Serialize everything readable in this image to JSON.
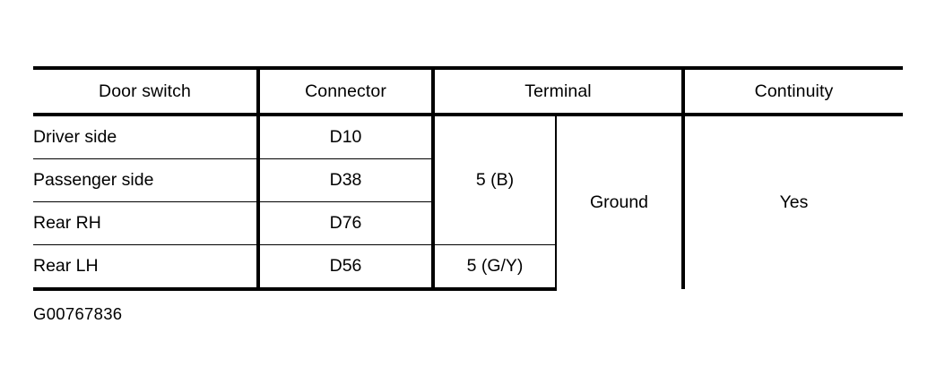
{
  "document": {
    "caption": "G00767836"
  },
  "table": {
    "headers": {
      "door_switch": "Door switch",
      "connector": "Connector",
      "terminal": "Terminal",
      "continuity": "Continuity"
    },
    "rows": [
      {
        "door_switch": "Driver side",
        "connector": "D10"
      },
      {
        "door_switch": "Passenger side",
        "connector": "D38"
      },
      {
        "door_switch": "Rear RH",
        "connector": "D76"
      },
      {
        "door_switch": "Rear LH",
        "connector": "D56"
      }
    ],
    "terminal_values": {
      "primary": "5 (B)",
      "secondary": "5 (G/Y)",
      "reference": "Ground"
    },
    "continuity_value": "Yes"
  },
  "style": {
    "ink": "#000000",
    "paper": "#ffffff"
  }
}
